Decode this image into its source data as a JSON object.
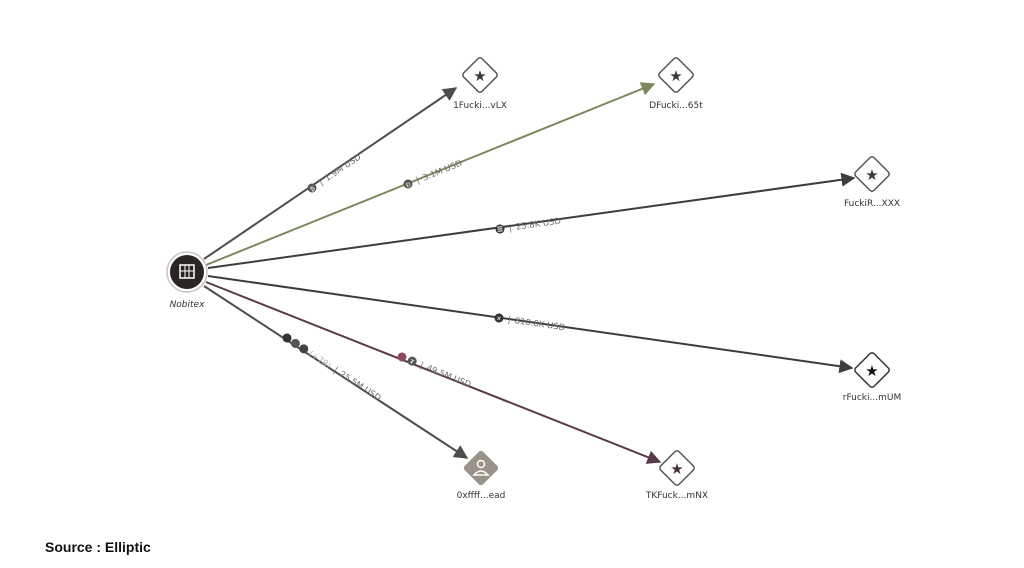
{
  "hub": {
    "label": "Nobitex",
    "icon": "building-icon"
  },
  "nodes": [
    {
      "id": "n1",
      "label": "1Fucki...vLX",
      "icon": "star-icon"
    },
    {
      "id": "n2",
      "label": "DFucki...65t",
      "icon": "star-icon"
    },
    {
      "id": "n3",
      "label": "FuckiR...XXX",
      "icon": "star-icon"
    },
    {
      "id": "n4",
      "label": "rFucki...mUM",
      "icon": "star-icon"
    },
    {
      "id": "n5",
      "label": "TKFuck...mNX",
      "icon": "star-icon"
    },
    {
      "id": "n6",
      "label": "0xffff...ead",
      "icon": "person-icon"
    }
  ],
  "edges": [
    {
      "to": "n1",
      "amount": "1.9M USD",
      "color": "#4d4d4d",
      "tokens": [
        "bitcoin-icon"
      ]
    },
    {
      "to": "n2",
      "amount": "3.1M USD",
      "color": "#7a8a5c",
      "tokens": [
        "dogecoin-icon"
      ]
    },
    {
      "to": "n3",
      "amount": "25.8K USD",
      "color": "#3d3d3d",
      "tokens": [
        "solana-icon"
      ]
    },
    {
      "to": "n4",
      "amount": "810.8K USD",
      "color": "#3d3d3d",
      "tokens": [
        "xrp-icon"
      ]
    },
    {
      "to": "n5",
      "amount": "49.5M USD",
      "color": "#5a3a48",
      "tokens": [
        "tron-icon",
        "tether-icon"
      ]
    },
    {
      "to": "n6",
      "amount": "25.5M USD",
      "color": "#4d4d4d",
      "tokens": [
        "ethereum-icon",
        "token-icon",
        "tether-icon"
      ],
      "extra": "(+78)"
    }
  ],
  "source": "Source : Elliptic"
}
